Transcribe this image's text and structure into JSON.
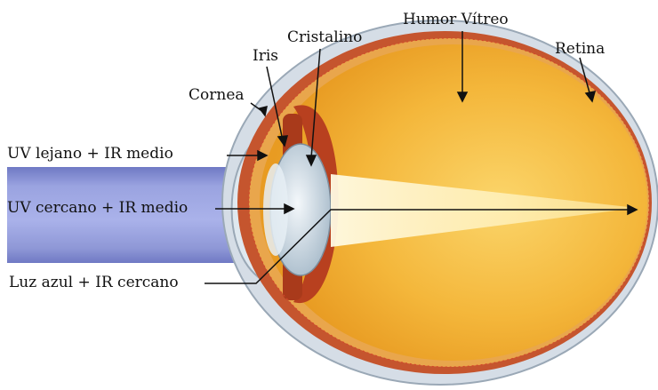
{
  "labels": {
    "humor_vitreo": "Humor Vítreo",
    "cristalino": "Cristalino",
    "retina": "Retina",
    "iris": "Iris",
    "cornea": "Cornea",
    "uv_lejano": "UV lejano + IR medio",
    "uv_cercano": "UV cercano + IR medio",
    "luz_azul": "Luz azul + IR cercano"
  },
  "colors": {
    "background": "#ffffff",
    "beam": "#7f88d0",
    "sclera": "#c9d4e0",
    "choroid": "#c5552e",
    "retina": "#e8a24a",
    "vitreous": "#f2b63a",
    "lens": "#cfe0ec",
    "iris": "#b8401f",
    "light_cone": "#fff6c8"
  }
}
